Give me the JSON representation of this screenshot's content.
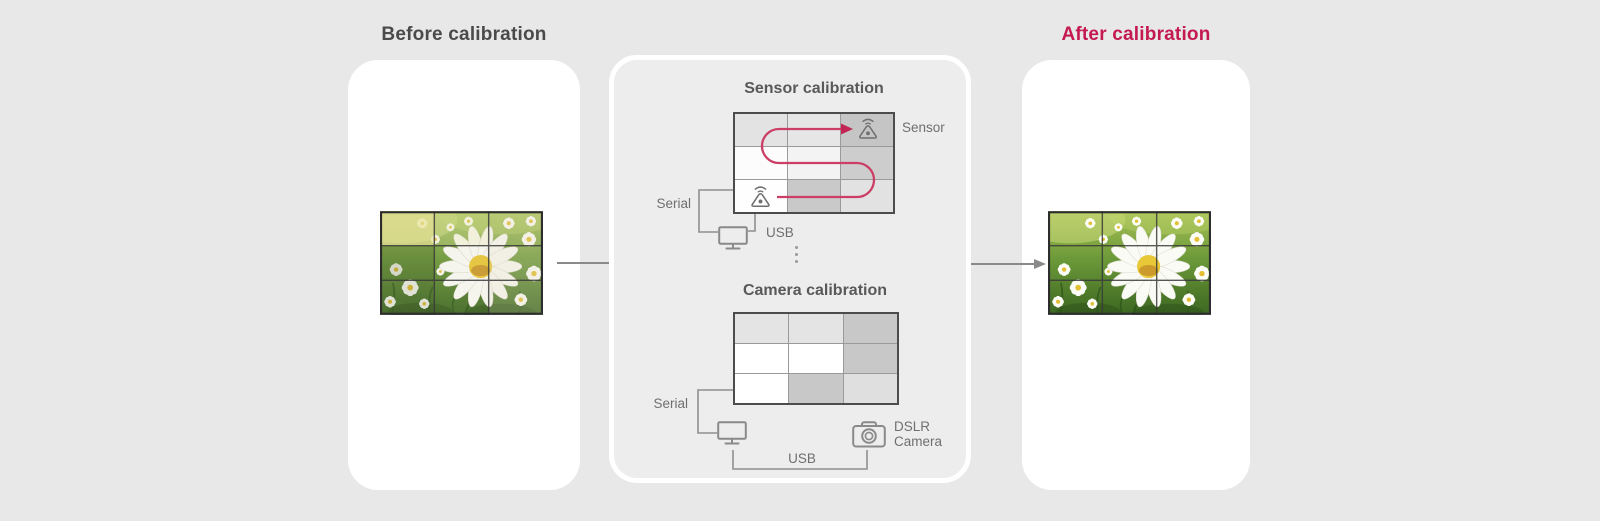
{
  "page": {
    "background": "#e8e8e8"
  },
  "header": {
    "before_title": "Before calibration",
    "after_title": "After calibration"
  },
  "calibration_box": {
    "sensor_section": {
      "title": "Sensor calibration",
      "labels": {
        "sensor": "Sensor",
        "serial": "Serial",
        "usb": "USB"
      },
      "wall_grid_cells": [
        [
          "#e3e3e3",
          "#e6e6e6",
          "#c5c5c5"
        ],
        [
          "#fcfcfc",
          "#f3f3f3",
          "#cdcdcd"
        ],
        [
          "#fefefe",
          "#c9c9c9",
          "#e2e2e2"
        ]
      ]
    },
    "camera_section": {
      "title": "Camera calibration",
      "labels": {
        "serial": "Serial",
        "usb": "USB",
        "camera": "DSLR Camera"
      },
      "wall_grid_cells": [
        [
          "#e4e4e4",
          "#e4e4e4",
          "#c8c8c8"
        ],
        [
          "#ffffff",
          "#ffffff",
          "#c8c8c8"
        ],
        [
          "#ffffff",
          "#c8c8c8",
          "#dfdfdf"
        ]
      ]
    }
  },
  "icons": {
    "sensor": "sensor-device-icon",
    "monitor": "pc-monitor-icon",
    "camera": "dslr-camera-icon",
    "flow_arrows": "right-arrow-icon",
    "separator": "vertical-ellipsis-icon"
  },
  "colors": {
    "after_title_red": "#c41950",
    "calibration_path_pink": "#cb3f66",
    "connector_gray": "#8f8f8f",
    "title_gray": "#4a4a4a"
  }
}
